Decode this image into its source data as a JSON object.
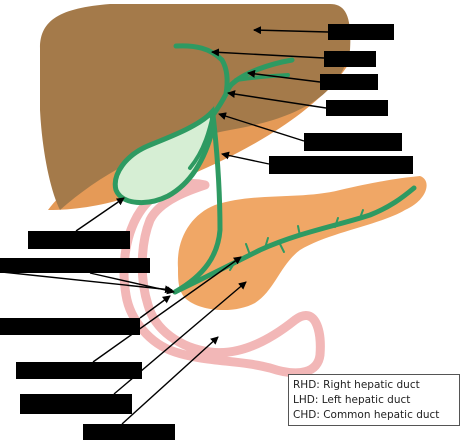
{
  "legend": {
    "rows": [
      {
        "abbr": "RHD",
        "text": "Right hepatic duct"
      },
      {
        "abbr": "LHD",
        "text": "Left hepatic duct"
      },
      {
        "abbr": "CHD",
        "text": "Common hepatic duct"
      }
    ],
    "separator": ": "
  },
  "colors": {
    "liver": "#a47a4a",
    "liver_shadow": "#e59a57",
    "pancreas": "#f0a766",
    "ducts": "#2e9a62",
    "gallbladder_fill": "#d6eed4",
    "duodenum": "#f2b7b7",
    "label_box": "#000000",
    "arrow": "#000000"
  }
}
